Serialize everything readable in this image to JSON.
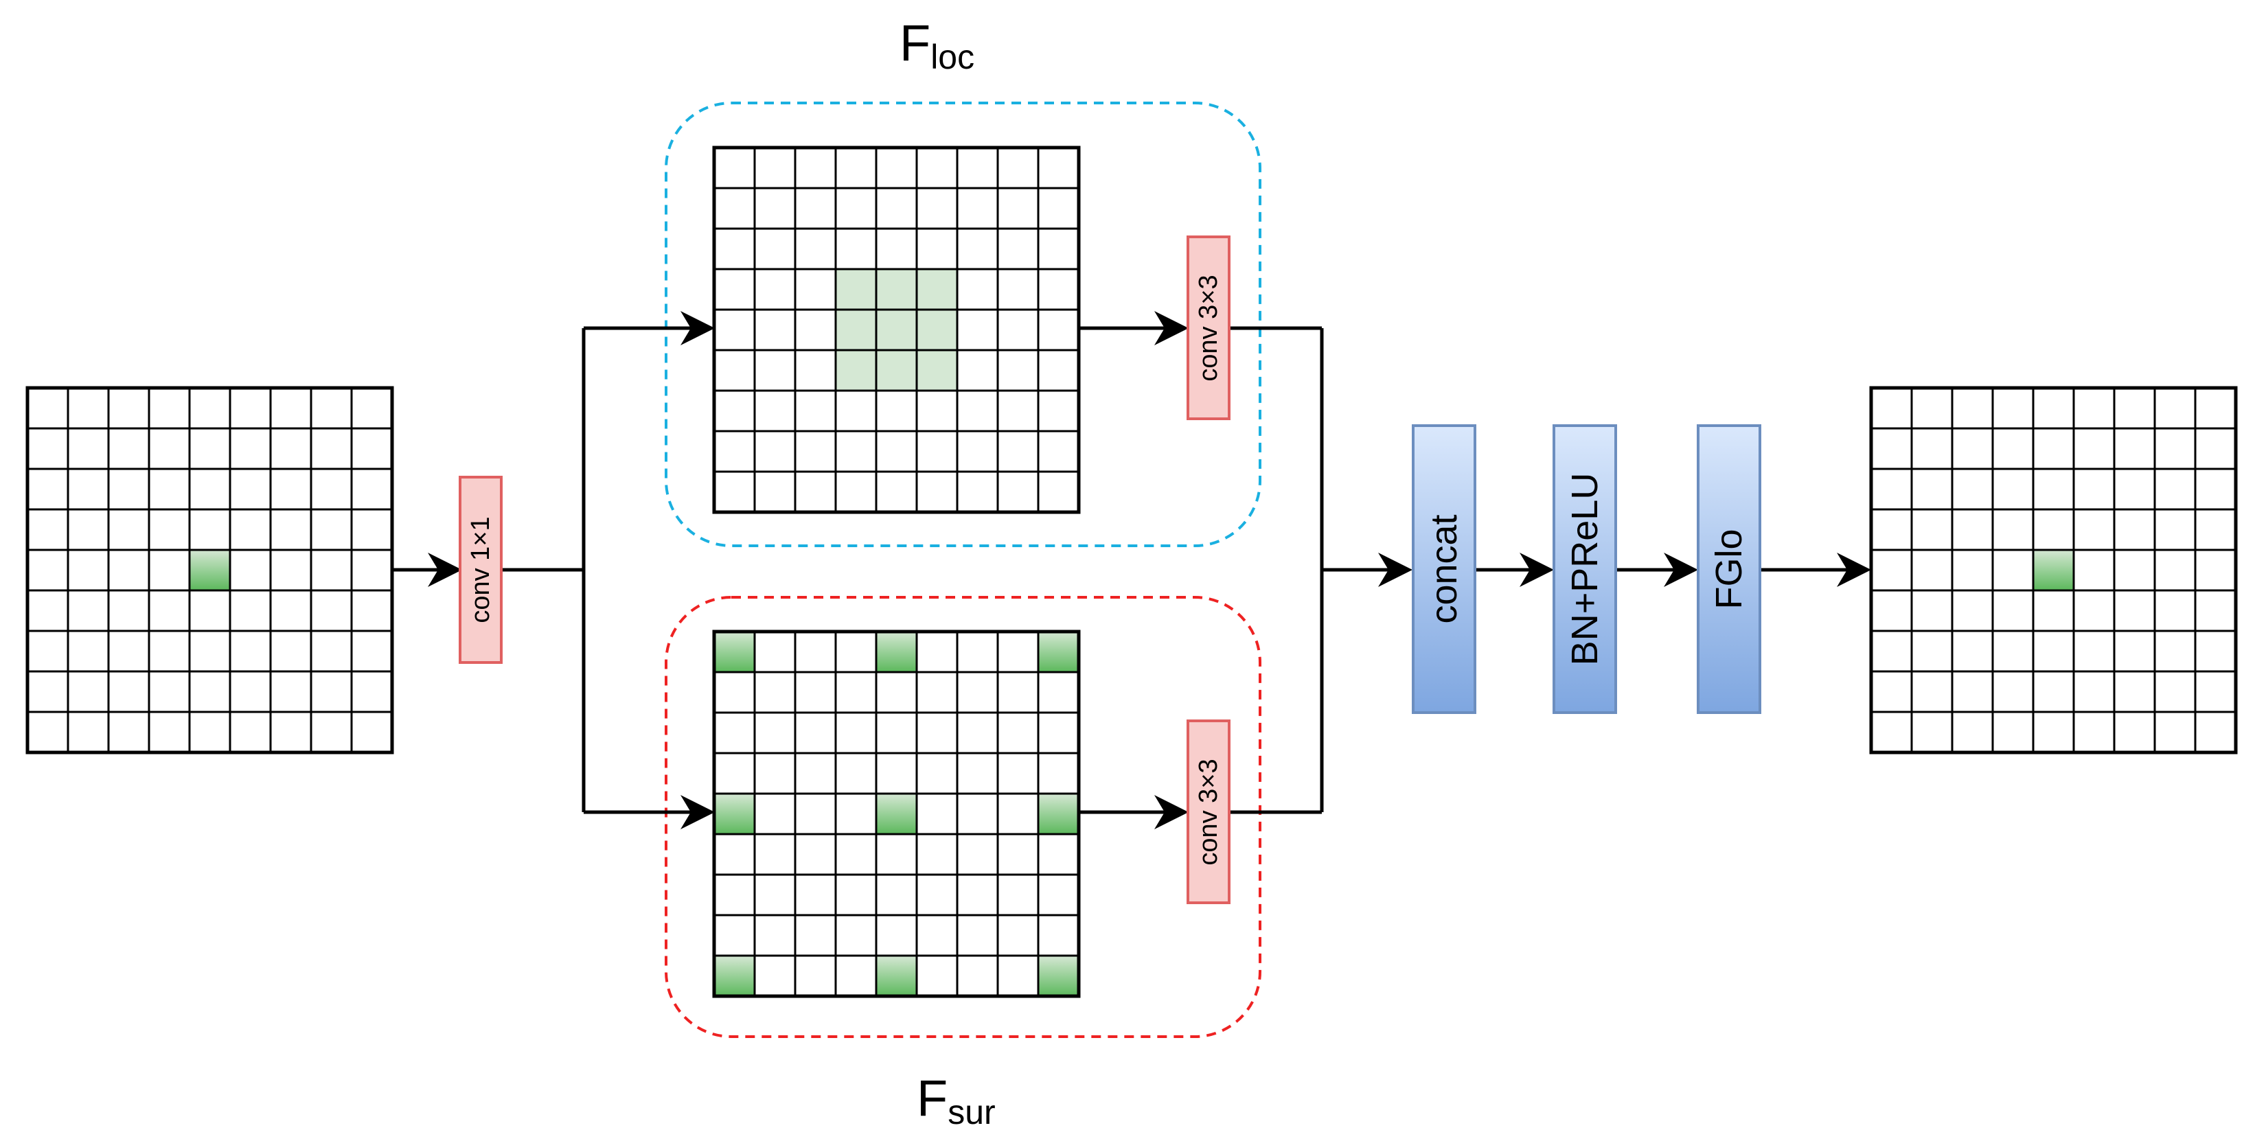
{
  "regions": {
    "local": {
      "main": "F",
      "sub": "loc",
      "border_color": "#1ab0e0"
    },
    "surround": {
      "main": "F",
      "sub": "sur",
      "border_color": "#ee2222"
    }
  },
  "blocks": {
    "conv1": "conv 1×1",
    "conv3_local": "conv 3×3",
    "conv3_surround": "conv 3×3",
    "concat": "concat",
    "bn_prelu": "BN+PReLU",
    "fglo": "FGlo"
  },
  "feature_maps": {
    "input": {
      "rows": 9,
      "cols": 9,
      "highlight": [
        [
          4,
          4
        ]
      ]
    },
    "local": {
      "rows": 9,
      "cols": 9,
      "highlight": [
        [
          3,
          3
        ],
        [
          3,
          4
        ],
        [
          3,
          5
        ],
        [
          4,
          3
        ],
        [
          4,
          4
        ],
        [
          4,
          5
        ],
        [
          5,
          3
        ],
        [
          5,
          4
        ],
        [
          5,
          5
        ]
      ]
    },
    "surround": {
      "rows": 9,
      "cols": 9,
      "highlight": [
        [
          0,
          0
        ],
        [
          0,
          4
        ],
        [
          0,
          8
        ],
        [
          4,
          0
        ],
        [
          4,
          4
        ],
        [
          4,
          8
        ],
        [
          8,
          0
        ],
        [
          8,
          4
        ],
        [
          8,
          8
        ]
      ]
    },
    "output": {
      "rows": 9,
      "cols": 9,
      "highlight": [
        [
          4,
          4
        ]
      ]
    }
  },
  "colors": {
    "conv_fill": "#f8cecc",
    "conv_stroke": "#e06060",
    "stage_fill_top": "#dae8fc",
    "stage_fill_bottom": "#7ea6e0",
    "stage_stroke": "#6c8ebf",
    "highlight_cell": "#5cb85c",
    "local_patch": "#d5e8d4"
  }
}
